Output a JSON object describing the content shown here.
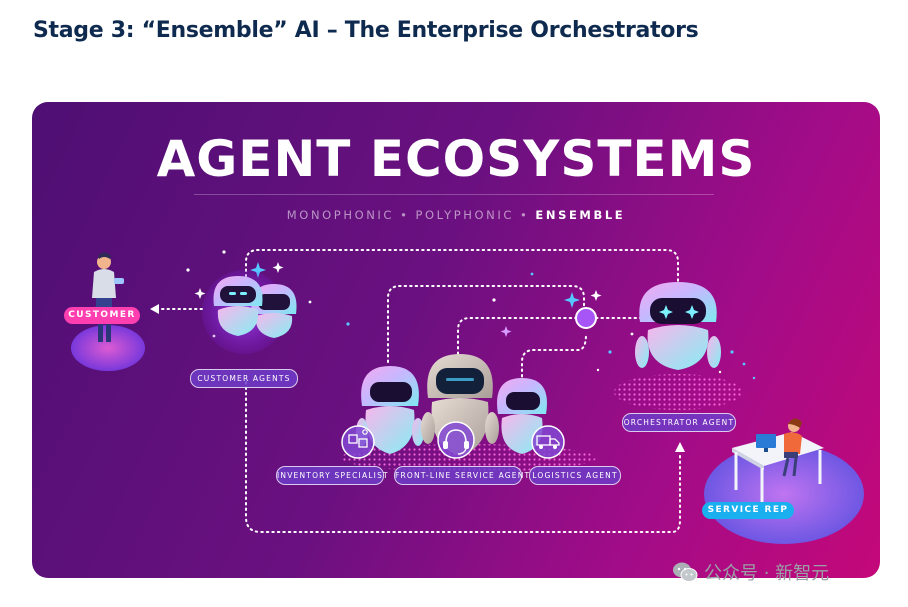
{
  "page": {
    "heading": "Stage 3: “Ensemble” AI – The Enterprise Orchestrators"
  },
  "infographic": {
    "title": "AGENT ECOSYSTEMS",
    "subtitle": {
      "monophonic": "MONOPHONIC",
      "polyphonic": "POLYPHONIC",
      "ensemble": "ENSEMBLE",
      "separator": "•"
    },
    "labels": {
      "customer": "CUSTOMER",
      "customer_agents": "CUSTOMER AGENTS",
      "orchestrator_agent": "ORCHESTRATOR AGENT",
      "inventory_specialist": "INVENTORY SPECIALIST",
      "front_line_service_agent": "FRONT-LINE SERVICE AGENT",
      "logistics_agent": "LOGISTICS AGENT",
      "service_rep": "SERVICE REP"
    },
    "colors": {
      "background_start": "#4e0f73",
      "background_end": "#c40879",
      "customer_tag": "#ff3fb0",
      "service_rep_tag": "#1ab0f0",
      "agent_tag": "#6e3cc8",
      "hub": "#a855f7"
    },
    "icons": [
      "boxes-icon",
      "headset-icon",
      "delivery-truck-icon"
    ]
  },
  "watermark": {
    "text": "公众号 · 新智元",
    "icon": "wechat-icon"
  }
}
